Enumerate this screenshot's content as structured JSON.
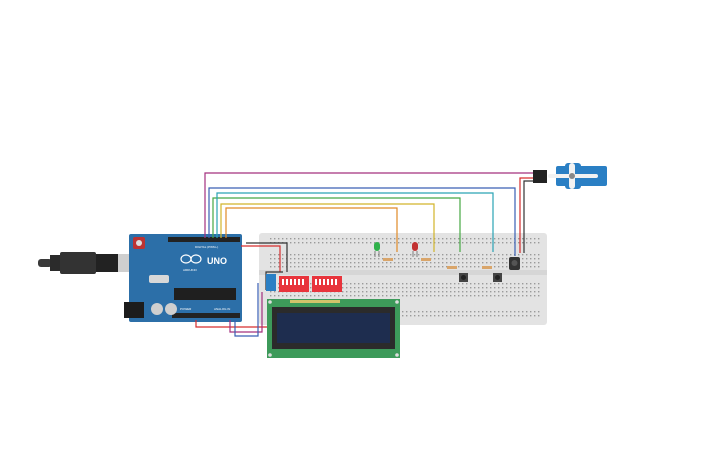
{
  "circuit": {
    "arduino": {
      "model": "UNO",
      "brand": "ARDUINO",
      "header_label": "DIGITAL (PWM~)",
      "power_label": "POWER",
      "analog_label": "ANALOG IN"
    },
    "components": {
      "usb_cable": "usb-cable-icon",
      "breadboard": "breadboard-icon",
      "lcd": "lcd-16x2-icon",
      "servo": "micro-servo-icon",
      "dip_switch_1": "dip-switch-icon",
      "dip_switch_2": "dip-switch-icon",
      "led_green": "led-icon",
      "led_red": "led-icon",
      "push_button_1": "push-button-icon",
      "push_button_2": "push-button-icon",
      "potentiometer": "potentiometer-icon"
    },
    "colors": {
      "arduino": "#2c6fa8",
      "breadboard": "#e3e3e3",
      "lcd_board": "#3d9a5a",
      "lcd_screen": "#1e2d4f",
      "servo": "#2a7fc4",
      "dip_switch": "#e8343c",
      "led_green": "#2fb14a",
      "led_red": "#c23131",
      "wire_purple": "#a3307e",
      "wire_blue": "#3a5fb4",
      "wire_green": "#46a844",
      "wire_yellow": "#d2b52a",
      "wire_orange": "#e08a27",
      "wire_teal": "#2aa3b5",
      "wire_red": "#d62d2d",
      "wire_black": "#333333"
    }
  }
}
